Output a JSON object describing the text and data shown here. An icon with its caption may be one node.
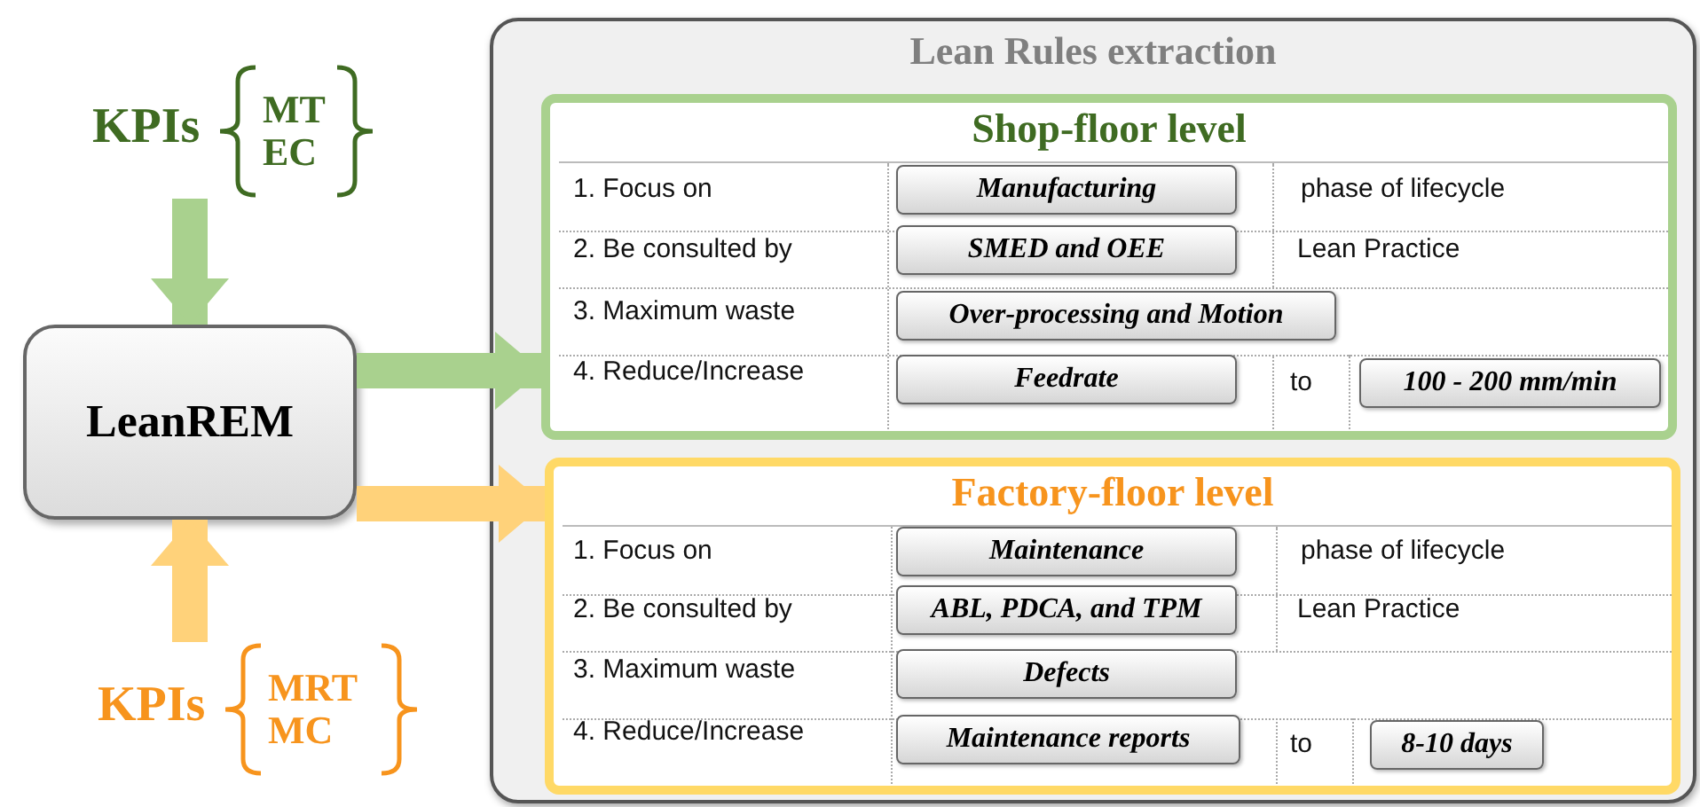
{
  "diagram": {
    "nodes": [
      {
        "text": [
          "LeanREM"
        ]
      },
      {
        "text": [
          "KPIs",
          "MT EC"
        ]
      },
      {
        "text": [
          "KPIs",
          "MRT MC"
        ]
      },
      {
        "text": [
          "Lean Rules extraction"
        ]
      },
      {
        "text": [
          "Shop-floor level"
        ],
        "in": 3
      },
      {
        "text": [
          "Manufacturing"
        ],
        "in": 4
      },
      {
        "text": [
          "SMED and OEE"
        ],
        "in": 4
      },
      {
        "text": [
          "Over-processing and Motion"
        ],
        "in": 4
      },
      {
        "text": [
          "Feedrate"
        ],
        "in": 4
      },
      {
        "text": [
          "100 - 200 mm/min"
        ],
        "in": 4
      },
      {
        "text": [
          "Factory-floor level"
        ],
        "in": 3
      },
      {
        "text": [
          "Maintenance"
        ],
        "in": 10
      },
      {
        "text": [
          "ABL, PDCA, and TPM"
        ],
        "in": 10
      },
      {
        "text": [
          "Defects"
        ],
        "in": 10
      },
      {
        "text": [
          "Maintenance reports"
        ],
        "in": 10
      },
      {
        "text": [
          "8-10 days"
        ],
        "in": 10
      }
    ],
    "edges": [
      {
        "from": 1,
        "to": 0,
        "arrow": "to",
        "color": "#a9d18e"
      },
      {
        "from": 2,
        "to": 0,
        "arrow": "to",
        "color": "#ffd27a"
      },
      {
        "from": 0,
        "to": 4,
        "arrow": "to",
        "color": "#a9d18e"
      },
      {
        "from": 0,
        "to": 10,
        "arrow": "to",
        "color": "#ffd27a"
      }
    ],
    "labels": [
      "1. Focus on",
      "phase of lifecycle",
      "2. Be consulted by",
      "Lean Practice",
      "3. Maximum waste",
      "4. Reduce/Increase",
      "to",
      "1. Focus on",
      "phase of lifecycle",
      "2. Be consulted by",
      "Lean Practice",
      "3. Maximum waste",
      "4. Reduce/Increase",
      "to"
    ]
  }
}
